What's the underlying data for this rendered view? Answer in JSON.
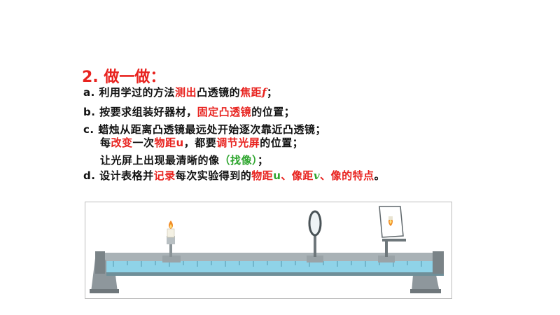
{
  "title": "2. 做一做：",
  "lines": {
    "a": {
      "p1": "a. 利用学过的方法",
      "r1": "测出",
      "p2": "凸透镜的",
      "r2": "焦距",
      "r3": "f",
      "p3": "；"
    },
    "b": {
      "p1": "b. 按要求组装好器材，",
      "r1": "固定凸透镜",
      "p2": "的位置；"
    },
    "c": {
      "p1": "c. 蜡烛从距离凸透镜最远处开始逐次靠近凸透镜；"
    },
    "c2": {
      "p1": "每",
      "r1": "改变",
      "p2": "一次",
      "r2": "物距u",
      "p3": "，都要",
      "r3": "调节光屏",
      "p4": "的位置；"
    },
    "c3": {
      "p1": "让光屏上出现最清晰的像",
      "g1": "（找像）",
      "p2": "；"
    },
    "d": {
      "p1": "d. 设计表格并",
      "r1": "记录",
      "p2": "每次实验得到的",
      "r2": "物距",
      "g1": "u",
      "r3": "、像距",
      "g2": "v",
      "r4": "、像的特点",
      "p3": "。"
    }
  },
  "colors": {
    "accent_red": "#e8231f",
    "accent_green": "#2ea52e",
    "text": "#111111"
  }
}
